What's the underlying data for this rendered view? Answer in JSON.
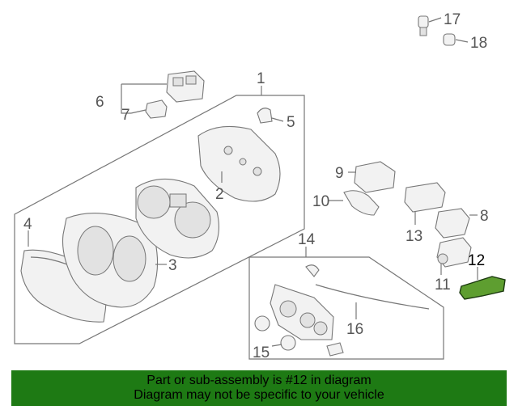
{
  "diagram": {
    "callouts": [
      {
        "id": "1",
        "label": "1"
      },
      {
        "id": "2",
        "label": "2"
      },
      {
        "id": "3",
        "label": "3"
      },
      {
        "id": "4",
        "label": "4"
      },
      {
        "id": "5",
        "label": "5"
      },
      {
        "id": "6",
        "label": "6"
      },
      {
        "id": "7",
        "label": "7"
      },
      {
        "id": "8",
        "label": "8"
      },
      {
        "id": "9",
        "label": "9"
      },
      {
        "id": "10",
        "label": "10"
      },
      {
        "id": "11",
        "label": "11"
      },
      {
        "id": "12",
        "label": "12"
      },
      {
        "id": "13",
        "label": "13"
      },
      {
        "id": "14",
        "label": "14"
      },
      {
        "id": "15",
        "label": "15"
      },
      {
        "id": "16",
        "label": "16"
      },
      {
        "id": "17",
        "label": "17"
      },
      {
        "id": "18",
        "label": "18"
      }
    ],
    "highlighted_part": "12",
    "colors": {
      "highlight": "#5e9e30",
      "banner": "#1e7a14",
      "line": "#777777"
    }
  },
  "banner": {
    "line1": "Part or sub-assembly is #12 in diagram",
    "line2": "Diagram may not be specific to your vehicle"
  }
}
